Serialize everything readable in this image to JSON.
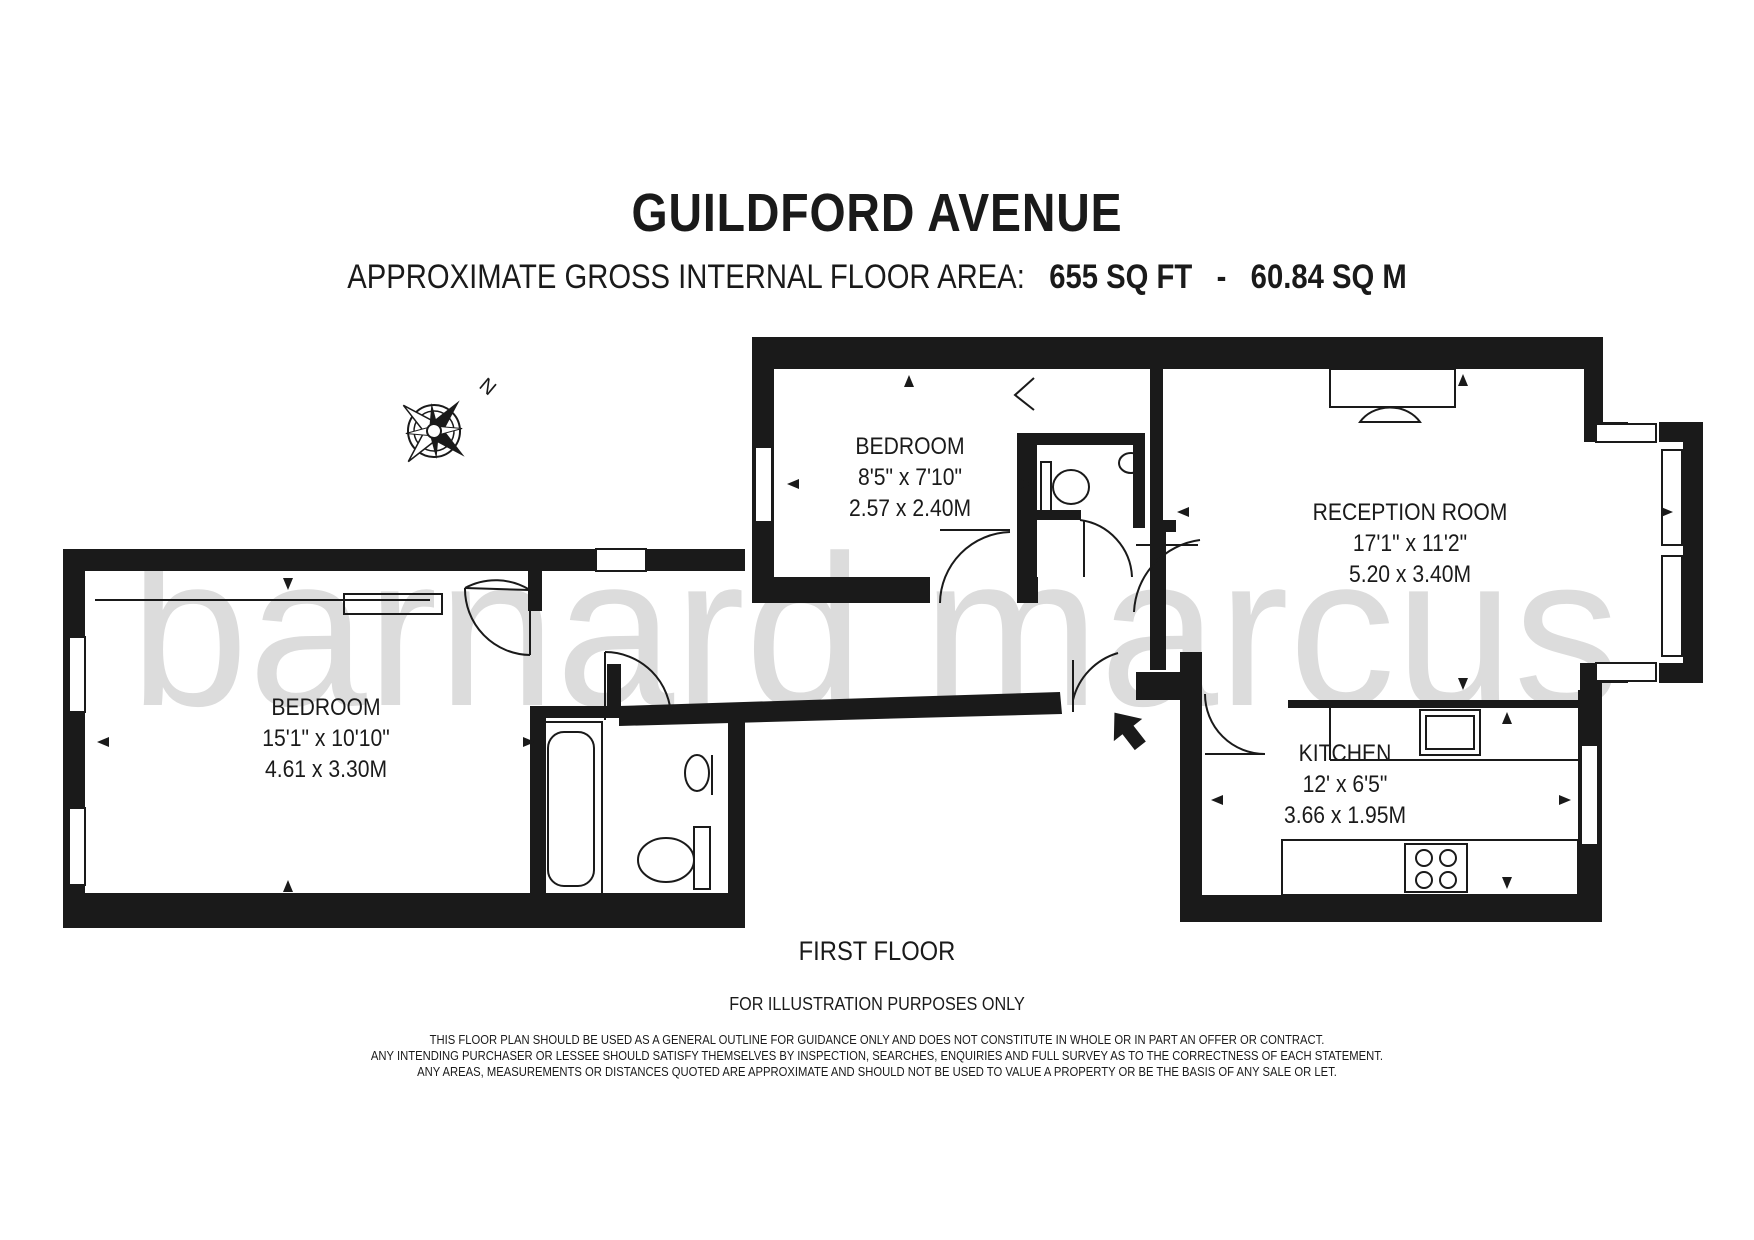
{
  "title": "GUILDFORD AVENUE",
  "area": {
    "label": "APPROXIMATE GROSS INTERNAL FLOOR AREA:",
    "sq_ft": "655 SQ FT",
    "separator": "-",
    "sq_m": "60.84 SQ M"
  },
  "compass": {
    "letter": "N"
  },
  "watermark": "barnard marcus",
  "rooms": {
    "bedroom_small": {
      "name": "BEDROOM",
      "imperial": "8'5\" x 7'10\"",
      "metric": "2.57 x 2.40M"
    },
    "reception": {
      "name": "RECEPTION ROOM",
      "imperial": "17'1\" x 11'2\"",
      "metric": "5.20 x 3.40M"
    },
    "bedroom_large": {
      "name": "BEDROOM",
      "imperial": "15'1\" x 10'10\"",
      "metric": "4.61 x 3.30M"
    },
    "kitchen": {
      "name": "KITCHEN",
      "imperial": "12' x 6'5\"",
      "metric": "3.66 x 1.95M"
    }
  },
  "floor_label": "FIRST FLOOR",
  "illustration_note": "FOR ILLUSTRATION PURPOSES ONLY",
  "disclaimer": [
    "THIS FLOOR PLAN SHOULD BE USED AS A GENERAL OUTLINE FOR GUIDANCE ONLY AND DOES NOT CONSTITUTE IN WHOLE OR IN PART AN OFFER OR CONTRACT.",
    "ANY INTENDING PURCHASER OR LESSEE SHOULD SATISFY THEMSELVES BY INSPECTION, SEARCHES, ENQUIRIES AND FULL SURVEY AS TO THE CORRECTNESS OF EACH STATEMENT.",
    "ANY AREAS, MEASUREMENTS OR DISTANCES QUOTED ARE APPROXIMATE AND SHOULD NOT BE USED TO VALUE A PROPERTY OR BE THE BASIS OF ANY SALE OR LET."
  ],
  "colors": {
    "wall": "#1a1a1a",
    "watermark": "#d9d9d9",
    "line": "#1a1a1a"
  }
}
